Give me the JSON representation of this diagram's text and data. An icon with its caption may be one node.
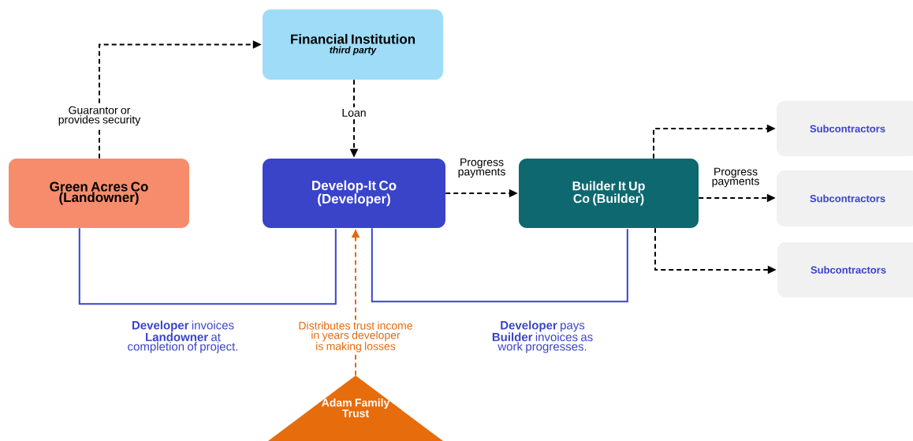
{
  "diagram": {
    "nodes": [
      {
        "text": [
          "Financial Institution",
          "third party"
        ]
      },
      {
        "text": [
          "Green Acres Co (Landowner)"
        ]
      },
      {
        "text": [
          "Develop-It Co (Developer)"
        ]
      },
      {
        "text": [
          "Builder It Up Co (Builder)"
        ]
      },
      {
        "text": [
          "Subcontractors"
        ]
      },
      {
        "text": [
          "Subcontractors"
        ]
      },
      {
        "text": [
          "Subcontractors"
        ]
      },
      {
        "text": [
          "Adam Family Trust"
        ]
      }
    ],
    "edges": [
      {
        "from": 1,
        "to": 0,
        "arrow": "to",
        "style": "dashed",
        "label": "Guarantor or provides security"
      },
      {
        "from": 0,
        "to": 2,
        "arrow": "to",
        "style": "dashed",
        "label": "Loan"
      },
      {
        "from": 2,
        "to": 3,
        "arrow": "to",
        "style": "dashed",
        "label": "Progress payments"
      },
      {
        "from": 3,
        "to": 4,
        "arrow": "to",
        "style": "dashed"
      },
      {
        "from": 3,
        "to": 5,
        "arrow": "to",
        "style": "dashed",
        "label": "Progress payments"
      },
      {
        "from": 3,
        "to": 6,
        "arrow": "to",
        "style": "dashed"
      },
      {
        "from": 1,
        "to": 2,
        "arrow": "none",
        "color": "#3a44c8",
        "label": "**Developer** invoices **Landowner** at completion of project."
      },
      {
        "from": 2,
        "to": 3,
        "arrow": "none",
        "color": "#3a44c8",
        "label": "**Developer** pays **Builder** invoices as work progresses."
      },
      {
        "from": 7,
        "to": 2,
        "arrow": "to",
        "style": "dashed",
        "color": "#e36a0f",
        "label": "Distributes trust income in years developer is making losses"
      }
    ]
  }
}
